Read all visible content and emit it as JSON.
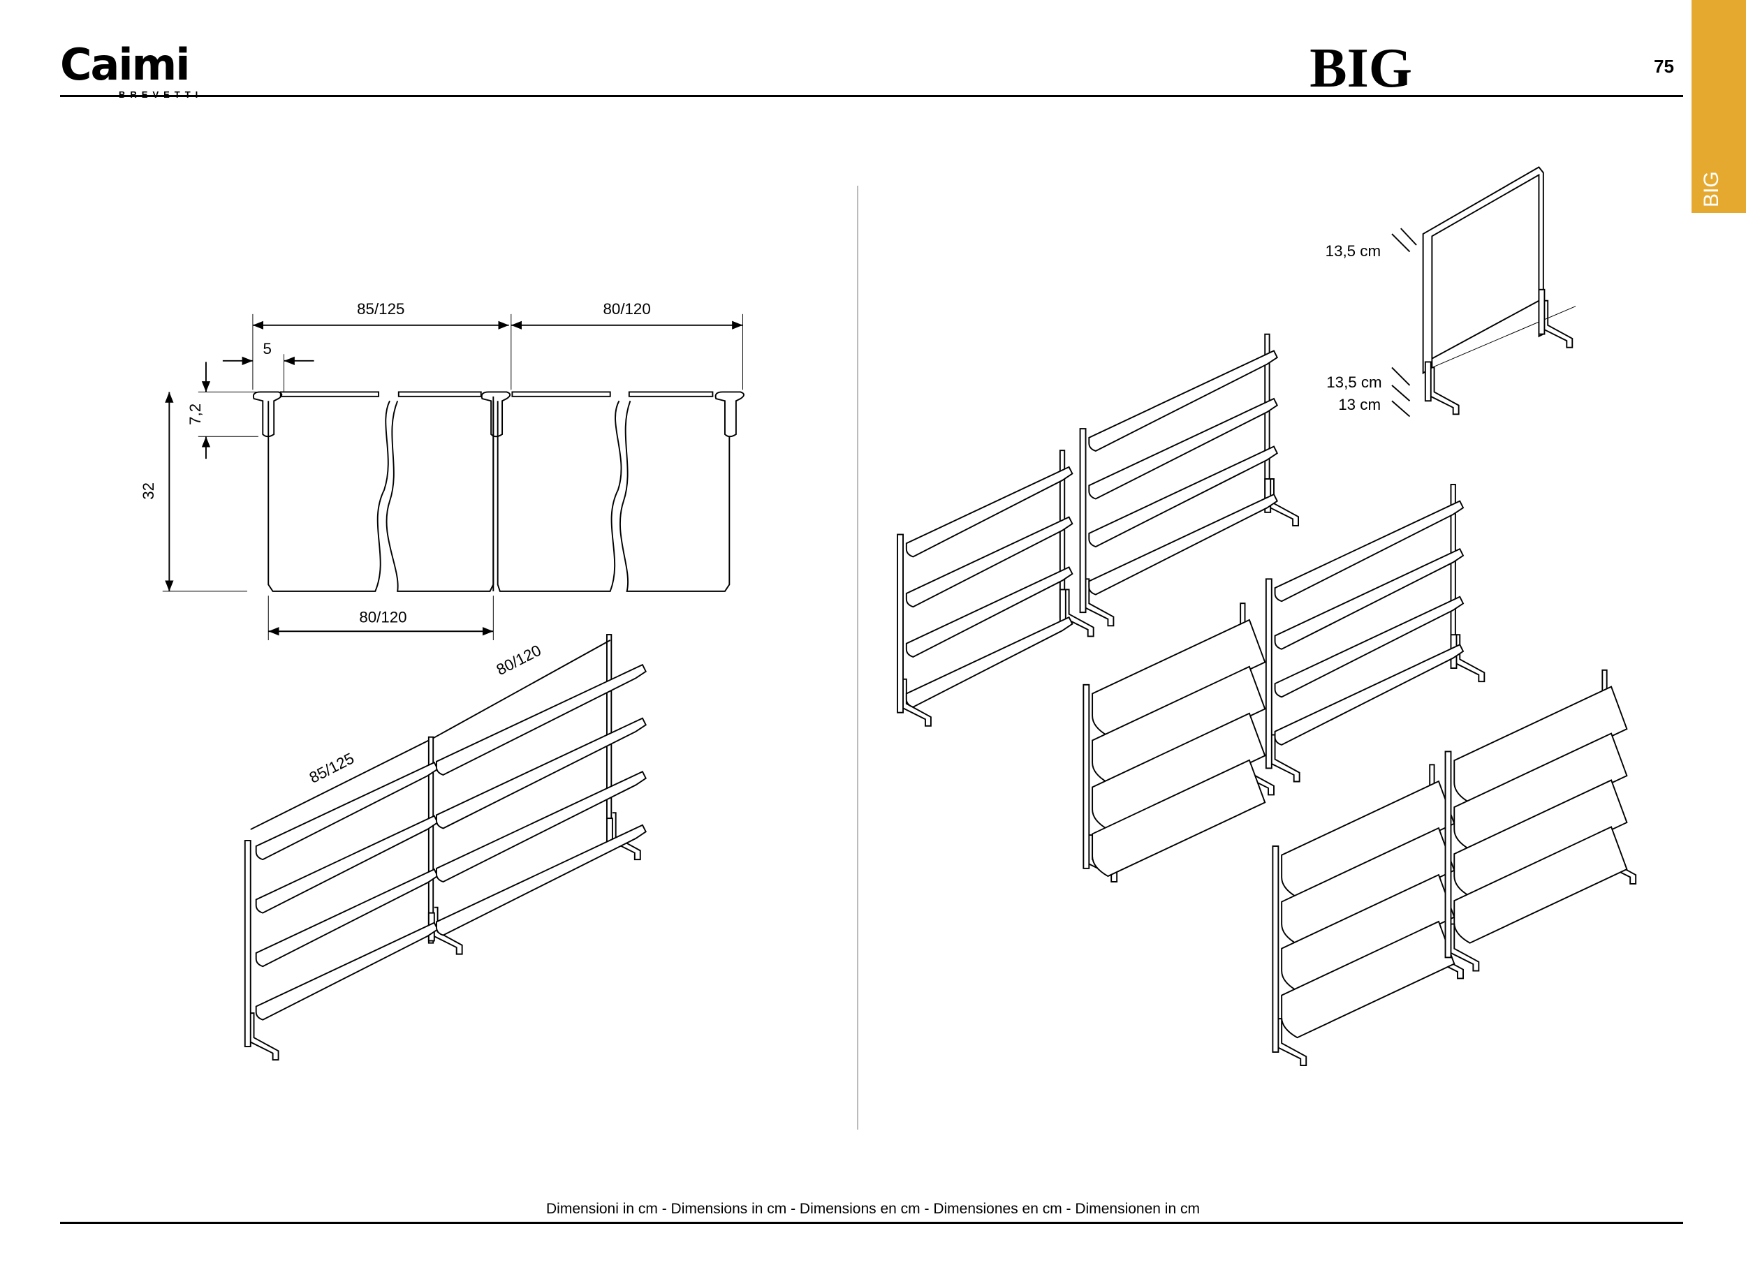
{
  "header": {
    "brand": "Caimi",
    "brand_sub": "BREVETTI",
    "title": "BIG",
    "page_number": "75",
    "side_tab": "BIG",
    "accent_color": "#e5a92f"
  },
  "drawing_left": {
    "dim_top_a": "85/125",
    "dim_top_b": "80/120",
    "dim_hook": "5",
    "dim_hook_h": "7,2",
    "dim_height": "32",
    "dim_bottom": "80/120",
    "dim_iso_a": "85/125",
    "dim_iso_b": "80/120"
  },
  "drawing_right": {
    "dim_1": "13,5 cm",
    "dim_2": "13,5 cm",
    "dim_3": "13 cm"
  },
  "footer": {
    "note": "Dimensioni in cm - Dimensions in cm - Dimensions en cm - Dimensiones en cm - Dimensionen in cm"
  }
}
